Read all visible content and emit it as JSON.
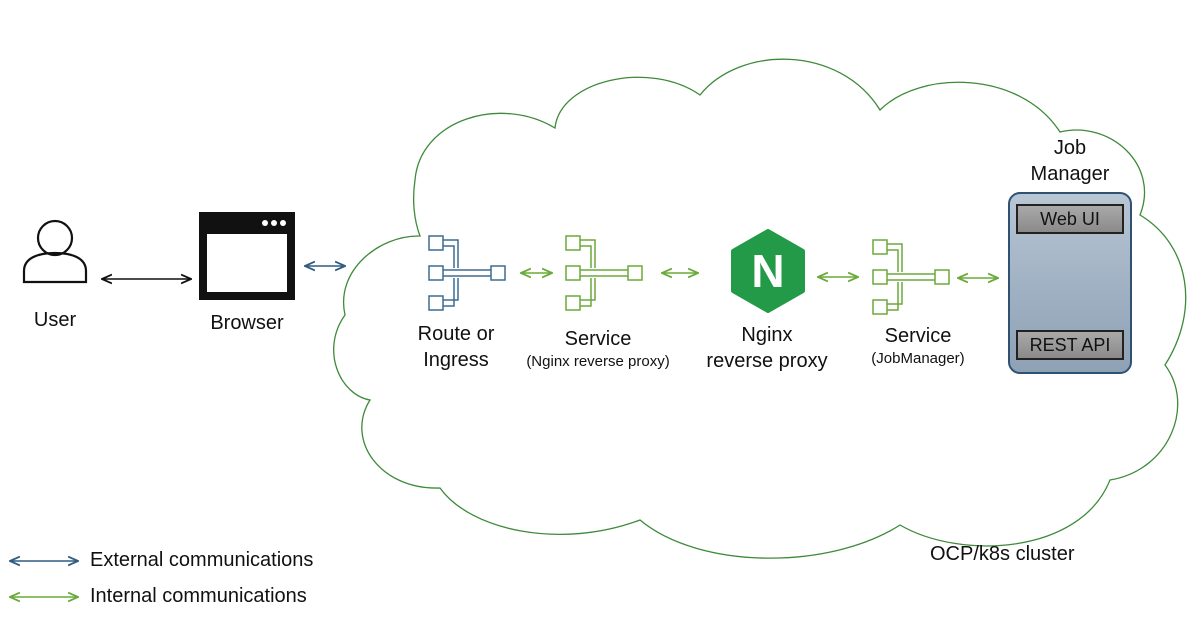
{
  "nodes": {
    "user": "User",
    "browser": "Browser",
    "route_line1": "Route or",
    "route_line2": "Ingress",
    "service1": "Service",
    "service1_sub": "(Nginx reverse proxy)",
    "nginx_line1": "Nginx",
    "nginx_line2": "reverse proxy",
    "nginx_logo_letter": "N",
    "service2": "Service",
    "service2_sub": "(JobManager)",
    "jobmanager_line1": "Job",
    "jobmanager_line2": "Manager",
    "web_ui": "Web UI",
    "rest_api": "REST API"
  },
  "cluster_label": "OCP/k8s cluster",
  "legend": {
    "external": "External communications",
    "internal": "Internal communications"
  },
  "colors": {
    "external": "#2f5c80",
    "internal": "#6aaa3a",
    "cloud": "#3e8a3a",
    "nginx": "#239a47",
    "route_icon": "#3d6b91",
    "service_icon": "#6aaa3a"
  }
}
